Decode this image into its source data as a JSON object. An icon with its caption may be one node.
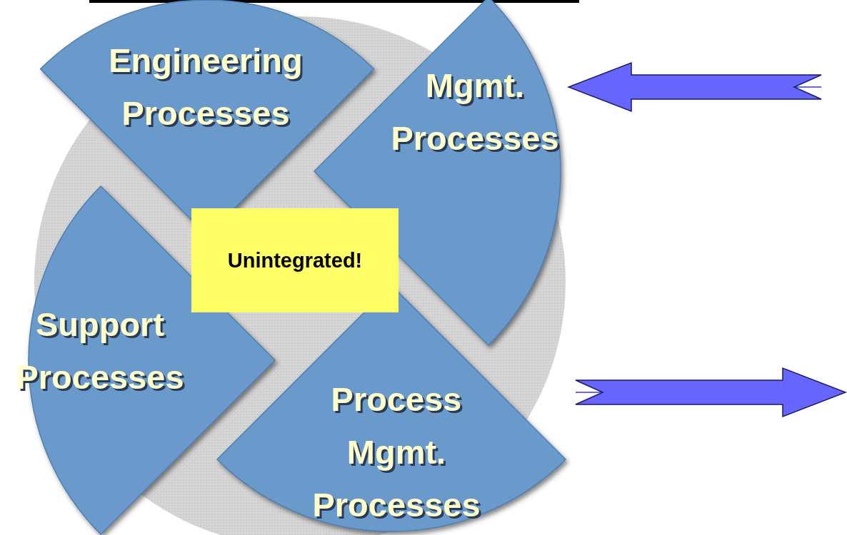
{
  "diagram": {
    "nodes": [
      {
        "text": [
          "Engineering Processes"
        ]
      },
      {
        "text": [
          "Mgmt. Processes"
        ]
      },
      {
        "text": [
          "Support Processes"
        ]
      },
      {
        "text": [
          "Process Mgmt. Processes"
        ]
      },
      {
        "text": [
          "Unintegrated!"
        ]
      }
    ],
    "edges": [
      {
        "from": null,
        "to": 1,
        "arrow": "to"
      },
      {
        "from": 3,
        "to": null,
        "arrow": "to"
      }
    ]
  }
}
